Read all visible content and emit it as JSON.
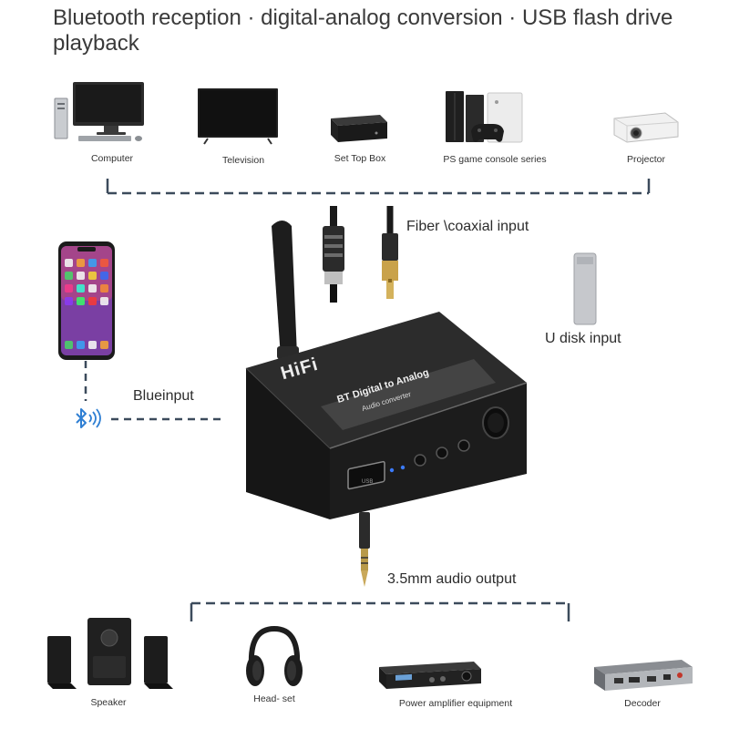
{
  "title": "Bluetooth reception · digital-analog conversion · USB flash drive playback",
  "inputs": [
    {
      "label": "Computer",
      "icon": "computer-icon"
    },
    {
      "label": "Television",
      "icon": "television-icon"
    },
    {
      "label": "Set Top Box",
      "icon": "set-top-box-icon"
    },
    {
      "label": "PS game console series",
      "icon": "game-console-icon"
    },
    {
      "label": "Projector",
      "icon": "projector-icon"
    }
  ],
  "labels": {
    "fiber": "Fiber \\coaxial input",
    "udisk": "U disk input",
    "blue": "Blueinput",
    "audio_out": "3.5mm audio output"
  },
  "device": {
    "brand": "HiFi",
    "line1": "BT Digital to Analog",
    "line2": "Audio converter",
    "usb": "USB"
  },
  "outputs": [
    {
      "label": "Speaker",
      "icon": "speaker-icon"
    },
    {
      "label": "Head- set",
      "icon": "headset-icon"
    },
    {
      "label": "Power amplifier equipment",
      "icon": "amplifier-icon"
    },
    {
      "label": "Decoder",
      "icon": "decoder-icon"
    }
  ],
  "colors": {
    "dash": "#3c4b5c",
    "bluetooth": "#2f7fd3",
    "device": "#1e1e1e"
  }
}
